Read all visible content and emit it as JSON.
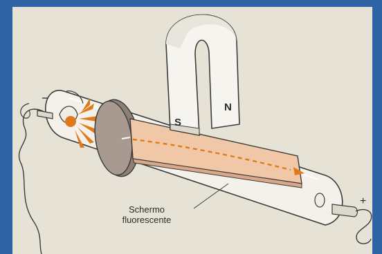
{
  "labels": {
    "magnet_south": "S",
    "magnet_north": "N",
    "cathode_sign": "−",
    "anode_sign": "+",
    "screen_label_line1": "Schermo",
    "screen_label_line2": "fluorescente"
  },
  "colors": {
    "background_frame": "#2f64a4",
    "paper": "#e6e2d6",
    "tube_glass": "#f1efe8",
    "screen": "#f0c8a8",
    "beam": "#e07a18",
    "disc": "#9a8a80",
    "magnet": "#f4f2ec",
    "outline": "#3a3a3a"
  }
}
